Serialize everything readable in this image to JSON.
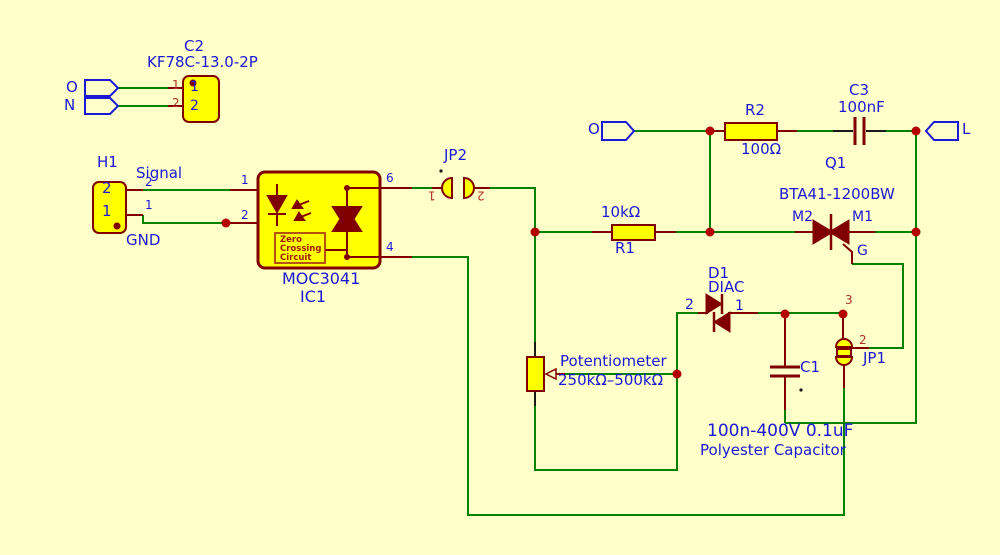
{
  "colors": {
    "background": "#ffffca",
    "wire_green": "#028102",
    "symbol_maroon": "#800000",
    "junction_red": "#b30000",
    "body_yellow": "#ffff00",
    "label_blue": "#1a1ad6",
    "pin_red": "#b03023",
    "stub_black": "#1a1a1a"
  },
  "net_flags": {
    "o_left": "O",
    "n_left": "N",
    "o_right": "O",
    "l_right": "L"
  },
  "c2": {
    "refdes": "C2",
    "value": "KF78C-13.0-2P",
    "pin_numbers": [
      "1",
      "2"
    ],
    "inner_labels": [
      "1",
      "2"
    ]
  },
  "h1": {
    "refdes": "H1",
    "net_signal": "Signal",
    "net_gnd": "GND",
    "inner_labels": [
      "2",
      "1"
    ],
    "pin_numbers": [
      "2",
      "1"
    ]
  },
  "ic1": {
    "refdes": "IC1",
    "value": "MOC3041",
    "pin_numbers": [
      "1",
      "2",
      "6",
      "4"
    ],
    "zero_crossing": [
      "Zero",
      "Crossing",
      "Circuit"
    ]
  },
  "jp2": {
    "refdes": "JP2",
    "pin_numbers": [
      "1",
      "2"
    ]
  },
  "r1": {
    "refdes": "R1",
    "value": "10kΩ"
  },
  "r2": {
    "refdes": "R2",
    "value": "100Ω"
  },
  "c3": {
    "refdes": "C3",
    "value": "100nF"
  },
  "q1": {
    "refdes": "Q1",
    "value": "BTA41-1200BW",
    "terminals": [
      "M2",
      "M1",
      "G"
    ]
  },
  "d1": {
    "refdes": "D1",
    "value": "DIAC",
    "pin_numbers": [
      "2",
      "1"
    ]
  },
  "jp1": {
    "refdes": "JP1",
    "pin_numbers": [
      "3",
      "2"
    ]
  },
  "c1": {
    "refdes": "C1",
    "note_line1": "100n-400V 0.1uF",
    "note_line2": "Polyester Capacitor"
  },
  "potentiometer": {
    "label": "Potentiometer",
    "value": "250kΩ–500kΩ"
  }
}
